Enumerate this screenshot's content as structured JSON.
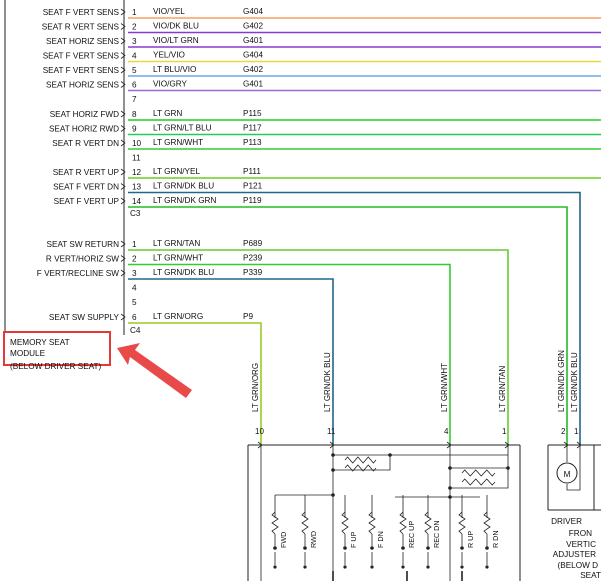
{
  "module": {
    "name_line1": "MEMORY SEAT",
    "name_line2": "MODULE",
    "location": "(BELOW DRIVER SEAT)"
  },
  "connector_c3": {
    "label": "C3",
    "pins": [
      {
        "name": "SEAT F VERT SENS",
        "pin": "1",
        "wire": "VIO/YEL",
        "circuit": "G404",
        "color": "#f5a060"
      },
      {
        "name": "SEAT R VERT SENS",
        "pin": "2",
        "wire": "VIO/DK BLU",
        "circuit": "G402",
        "color": "#8a3ad0"
      },
      {
        "name": "SEAT HORIZ SENS",
        "pin": "3",
        "wire": "VIO/LT GRN",
        "circuit": "G401",
        "color": "#8a3ad0"
      },
      {
        "name": "SEAT F VERT SENS",
        "pin": "4",
        "wire": "YEL/VIO",
        "circuit": "G404",
        "color": "#e8d840"
      },
      {
        "name": "SEAT F VERT SENS",
        "pin": "5",
        "wire": "LT BLU/VIO",
        "circuit": "G402",
        "color": "#6aa8e8"
      },
      {
        "name": "SEAT HORIZ SENS",
        "pin": "6",
        "wire": "VIO/GRY",
        "circuit": "G401",
        "color": "#9a6ad8"
      },
      {
        "name": "",
        "pin": "7",
        "wire": "",
        "circuit": "",
        "color": ""
      },
      {
        "name": "SEAT HORIZ FWD",
        "pin": "8",
        "wire": "LT GRN",
        "circuit": "P115",
        "color": "#22cc22"
      },
      {
        "name": "SEAT HORIZ RWD",
        "pin": "9",
        "wire": "LT GRN/LT BLU",
        "circuit": "P117",
        "color": "#22cc55"
      },
      {
        "name": "SEAT R VERT DN",
        "pin": "10",
        "wire": "LT GRN/WHT",
        "circuit": "P113",
        "color": "#33cc33"
      },
      {
        "name": "",
        "pin": "11",
        "wire": "",
        "circuit": "",
        "color": ""
      },
      {
        "name": "SEAT R VERT UP",
        "pin": "12",
        "wire": "LT GRN/YEL",
        "circuit": "P111",
        "color": "#66d020"
      },
      {
        "name": "SEAT F VERT DN",
        "pin": "13",
        "wire": "LT GRN/DK BLU",
        "circuit": "P121",
        "color": "#226688"
      },
      {
        "name": "SEAT F VERT UP",
        "pin": "14",
        "wire": "LT GRN/DK GRN",
        "circuit": "P119",
        "color": "#22bb22"
      }
    ]
  },
  "connector_c4": {
    "label": "C4",
    "pins": [
      {
        "name": "SEAT SW RETURN",
        "pin": "1",
        "wire": "LT GRN/TAN",
        "circuit": "P689",
        "color": "#66cc33"
      },
      {
        "name": "R VERT/HORIZ SW",
        "pin": "2",
        "wire": "LT GRN/WHT",
        "circuit": "P239",
        "color": "#33cc33"
      },
      {
        "name": "F VERT/RECLINE SW",
        "pin": "3",
        "wire": "LT GRN/DK BLU",
        "circuit": "P339",
        "color": "#226688"
      },
      {
        "name": "",
        "pin": "4",
        "wire": "",
        "circuit": "",
        "color": ""
      },
      {
        "name": "",
        "pin": "5",
        "wire": "",
        "circuit": "",
        "color": ""
      },
      {
        "name": "SEAT SW SUPPLY",
        "pin": "6",
        "wire": "LT GRN/ORG",
        "circuit": "P9",
        "color": "#99cc22"
      }
    ]
  },
  "switch": {
    "vertical_labels": [
      {
        "text": "LT GRN/ORG",
        "pin": "10"
      },
      {
        "text": "LT GRN/DK BLU",
        "pin": "11"
      },
      {
        "text": "LT GRN/WHT",
        "pin": "4"
      },
      {
        "text": "LT GRN/TAN",
        "pin": "1"
      }
    ],
    "positions": [
      "FWD",
      "RWD",
      "F UP",
      "F DN",
      "REC UP",
      "REC DN",
      "R UP",
      "R DN"
    ]
  },
  "adjuster": {
    "vertical_labels": [
      {
        "text": "LT GRN/DK GRN",
        "pin": "2"
      },
      {
        "text": "LT GRN/DK BLU",
        "pin": "1"
      }
    ],
    "motor_symbol": "M",
    "caption": [
      "DRIVER",
      "FRON",
      "VERTIC",
      "ADJUSTER",
      "(BELOW D",
      "SEAT"
    ]
  }
}
